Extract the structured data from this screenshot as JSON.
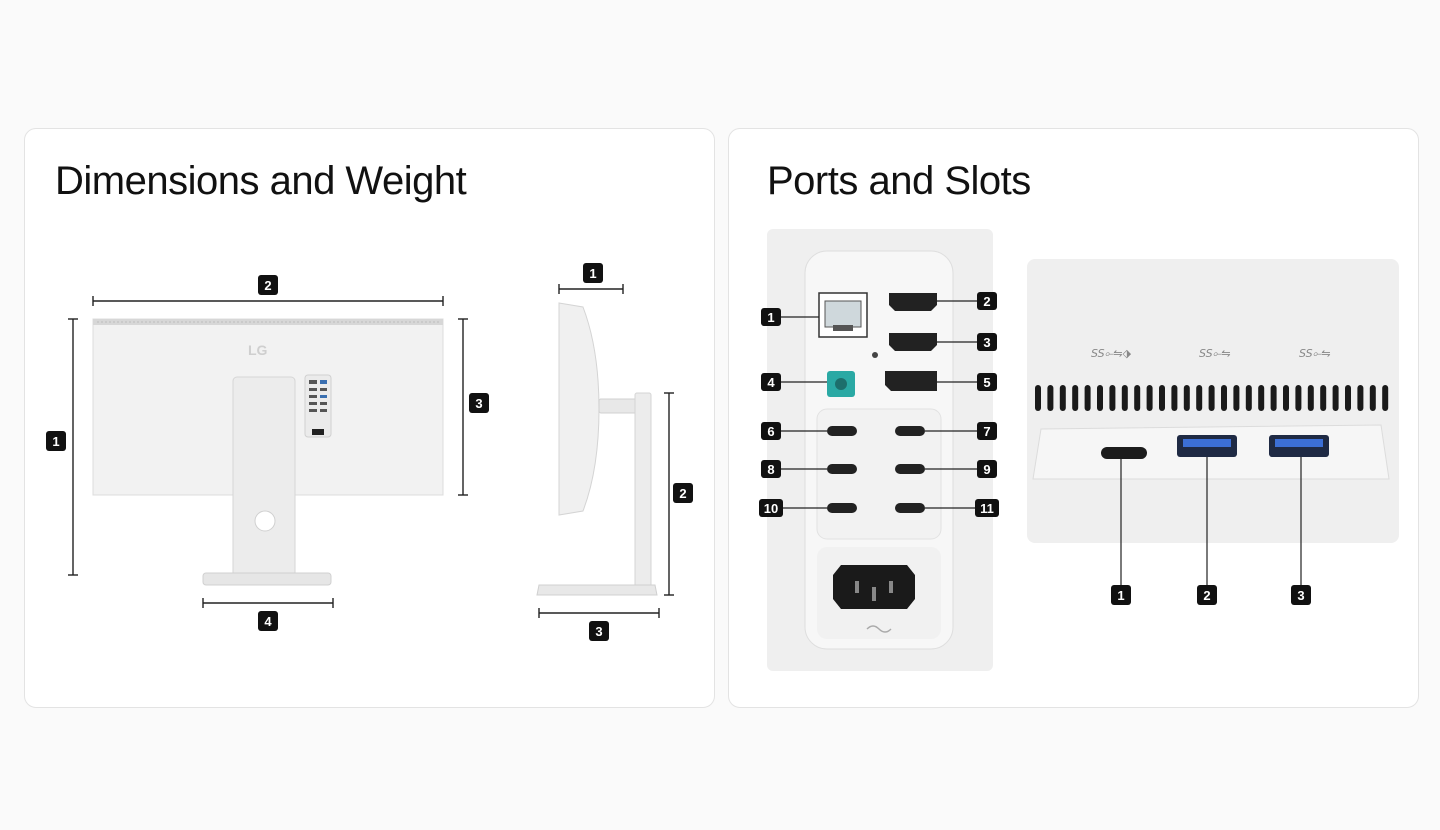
{
  "dimensions_panel": {
    "title": "Dimensions and Weight",
    "front_view": {
      "logo": "LG",
      "labels": [
        "1",
        "2",
        "3",
        "4"
      ]
    },
    "side_view": {
      "labels": [
        "1",
        "2",
        "3"
      ]
    }
  },
  "ports_panel": {
    "title": "Ports and Slots",
    "rear_ports": {
      "labels": [
        "1",
        "2",
        "3",
        "4",
        "5",
        "6",
        "7",
        "8",
        "9",
        "10",
        "11"
      ]
    },
    "side_ports": {
      "labels": [
        "1",
        "2",
        "3"
      ],
      "usb_markings": [
        "SS⟜⇋⬗",
        "SS⟜⇋",
        "SS⟜⇋"
      ]
    }
  },
  "colors": {
    "badge": "#111111",
    "accent_audio": "#2aa9a4",
    "page_bg": "#fafafa",
    "card_bg": "#ffffff"
  }
}
